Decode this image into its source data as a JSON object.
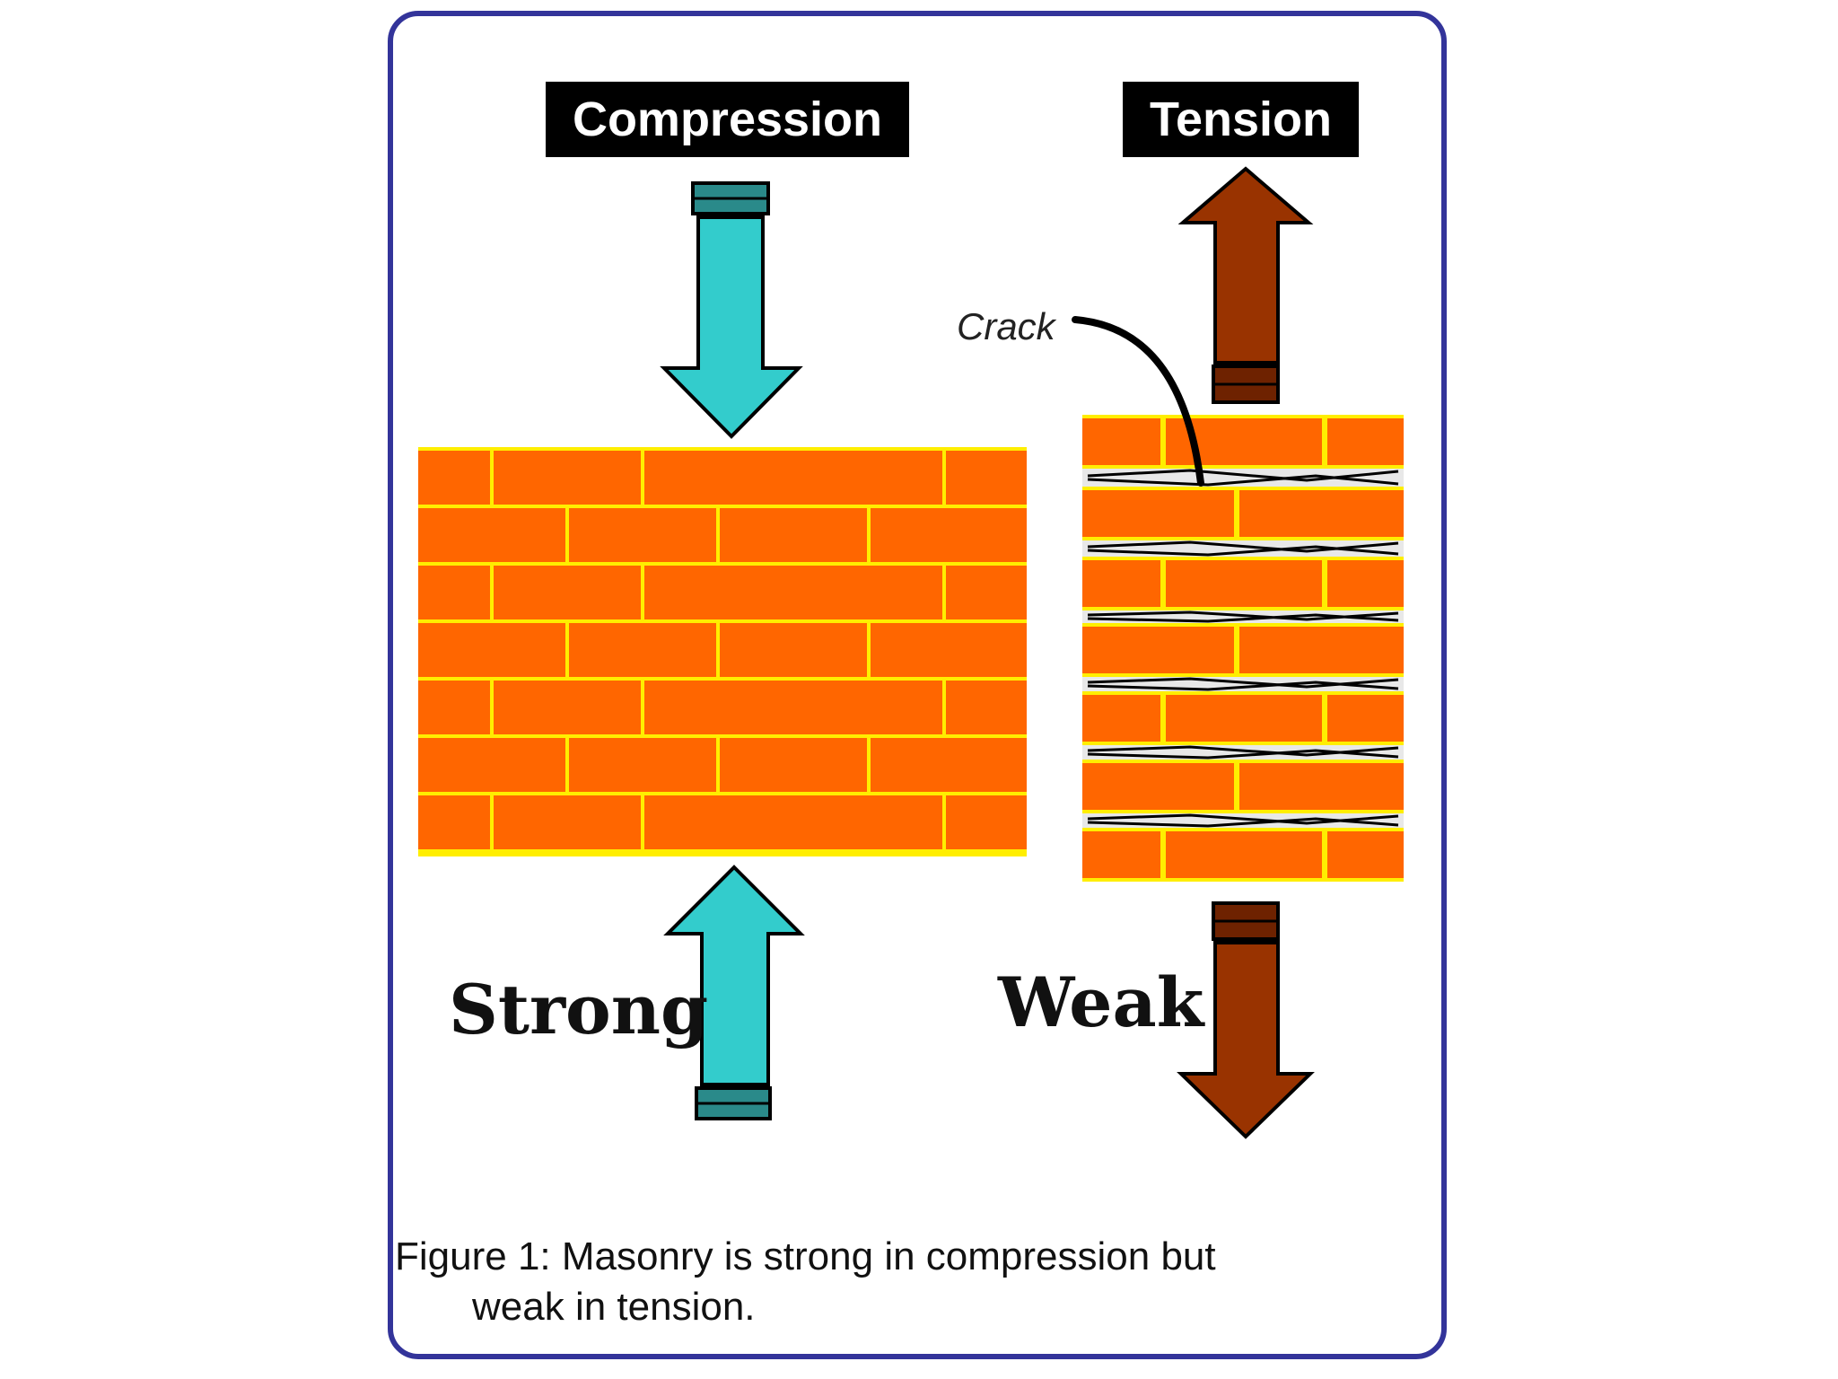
{
  "labels": {
    "compression": "Compression",
    "tension": "Tension",
    "strong": "Strong",
    "weak": "Weak",
    "crack": "Crack"
  },
  "caption": {
    "line1": "Figure 1: Masonry is strong in compression but",
    "line2": "weak in tension."
  },
  "colors": {
    "frame": "#33349a",
    "brick": "#ff6600",
    "mortar": "#ffee00",
    "compression_arrow": "#33cccc",
    "tension_arrow": "#993300",
    "crack_gap": "#e8e8e8"
  }
}
